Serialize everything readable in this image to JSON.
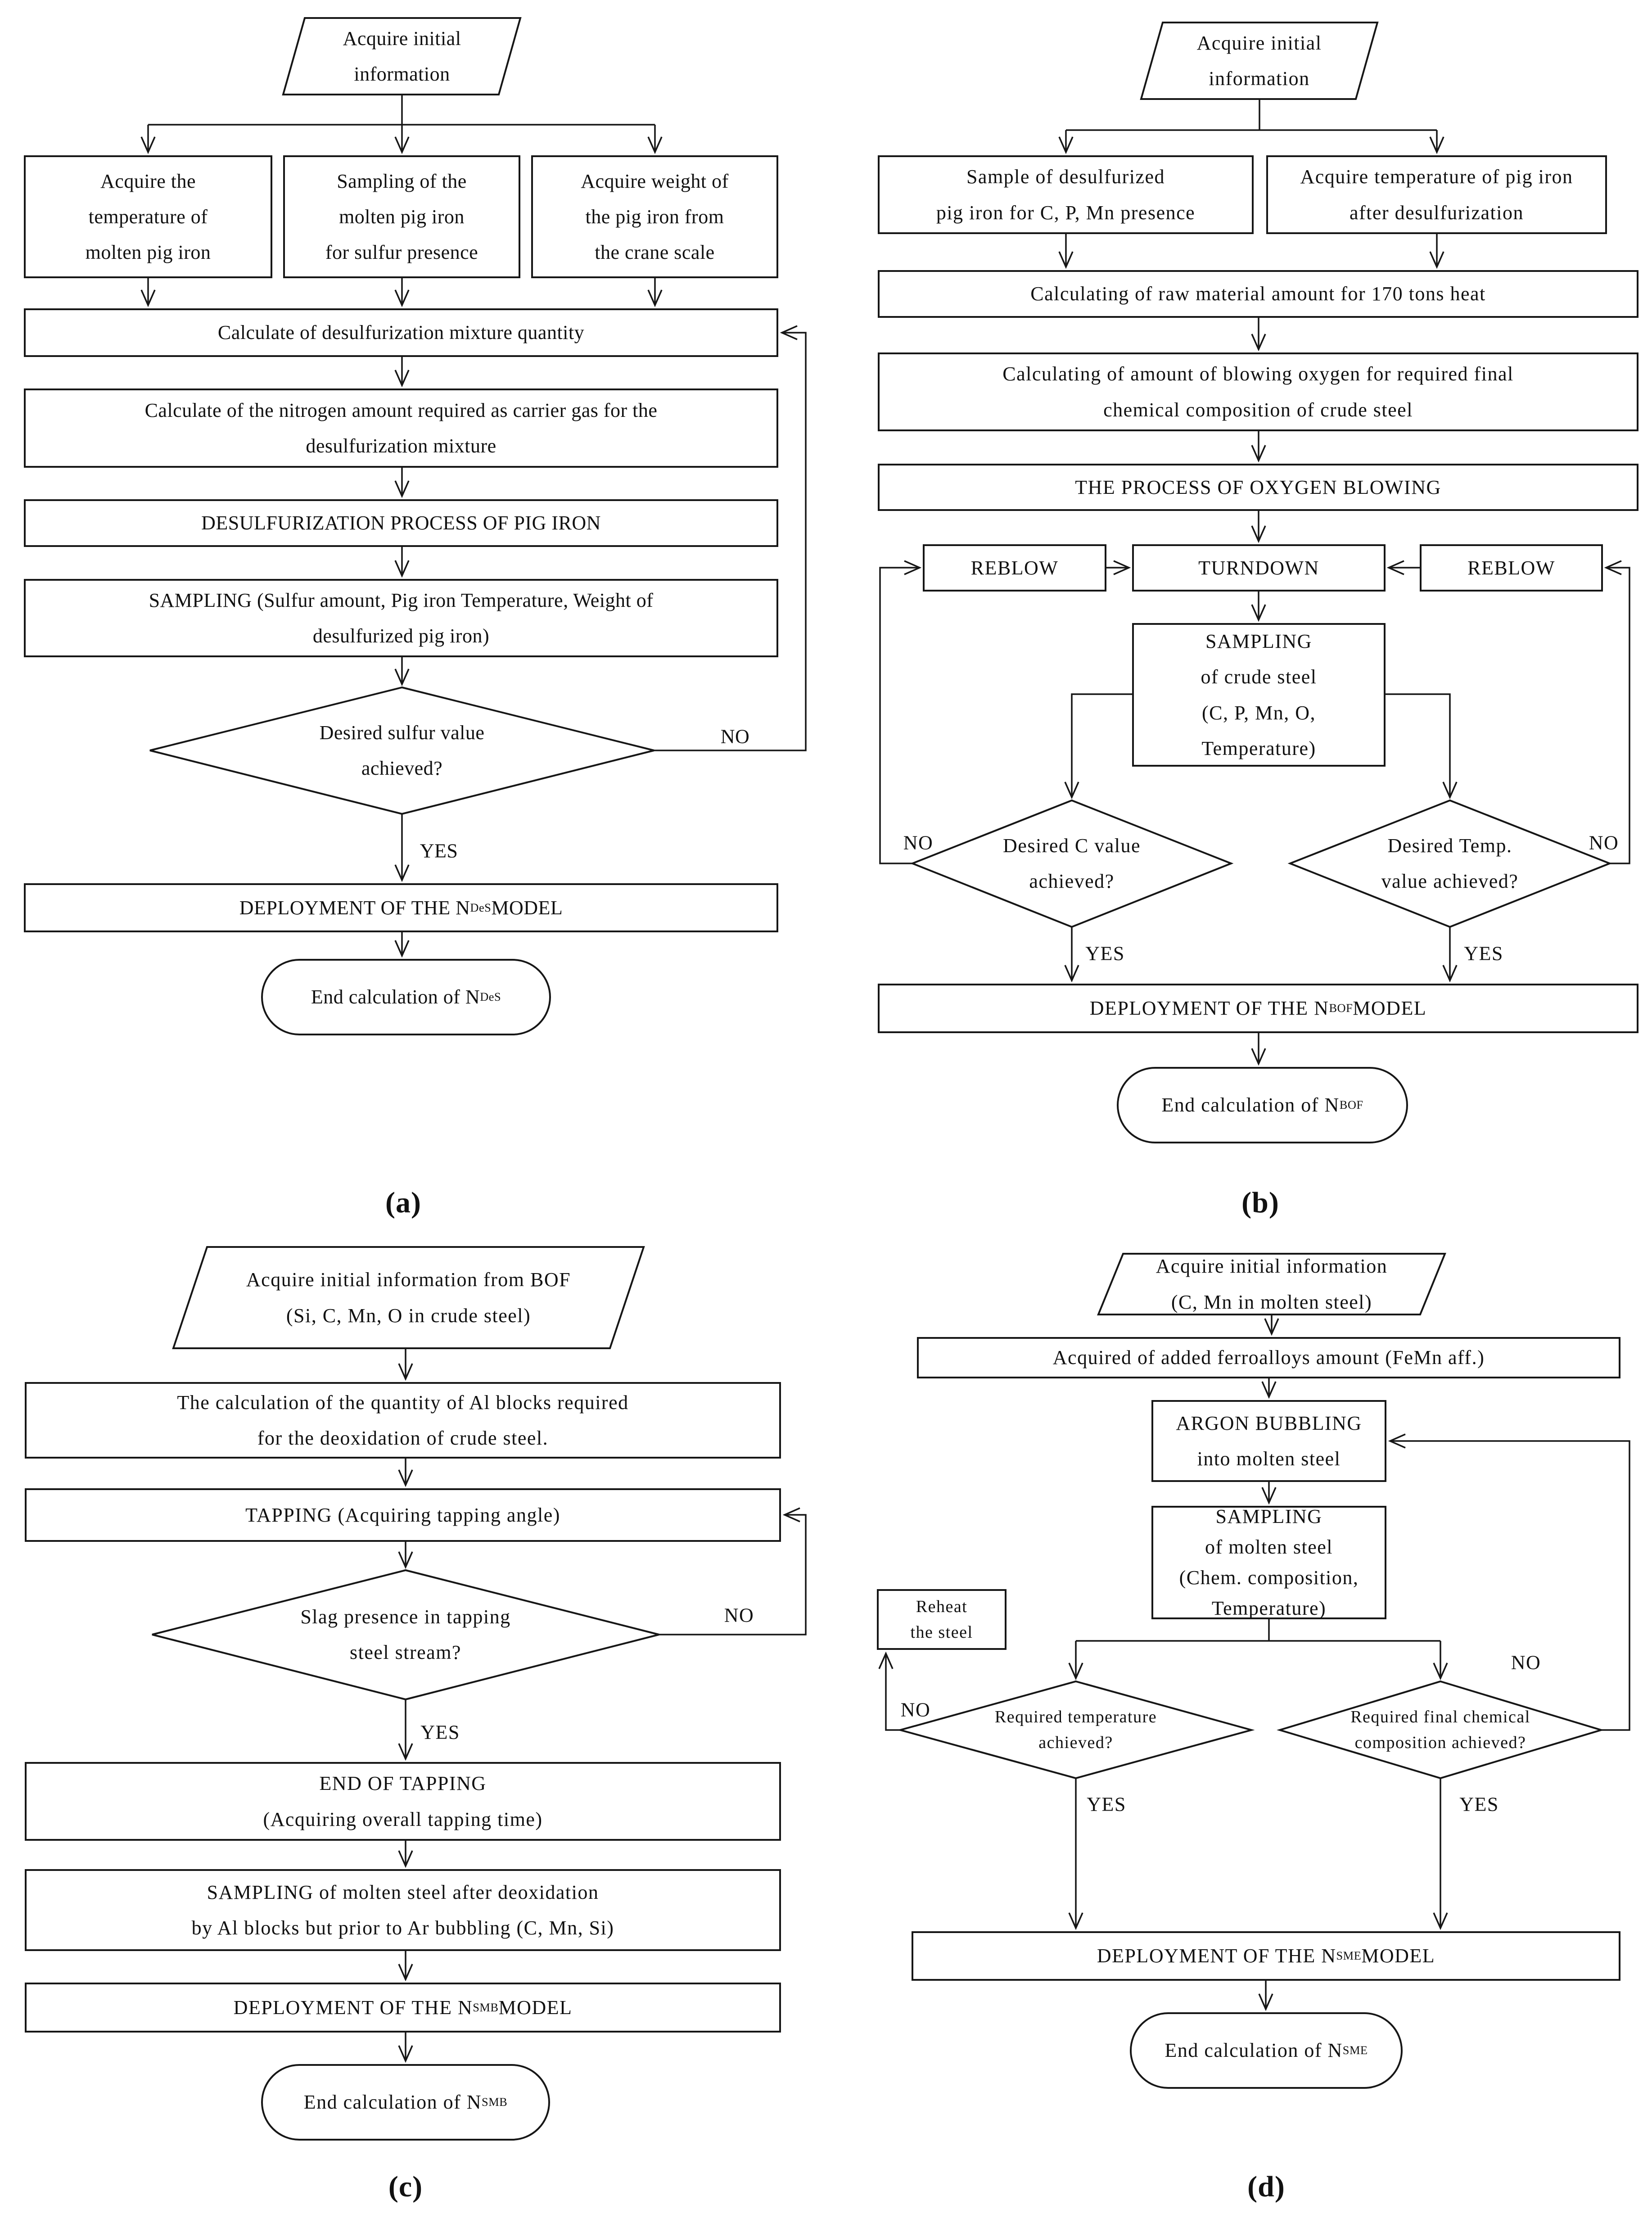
{
  "colors": {
    "line": "#161616",
    "background": "#ffffff",
    "text": "#111111"
  },
  "fig": {
    "a": {
      "label": "(a)",
      "start": "Acquire initial\ninformation",
      "box_temp": "Acquire the\ntemperature of\nmolten pig iron",
      "box_sample": "Sampling of the\nmolten pig iron\nfor sulfur presence",
      "box_weight": "Acquire weight of\nthe pig iron from\nthe crane scale",
      "box_mixture": "Calculate of desulfurization mixture quantity",
      "box_nitrogen": "Calculate of the nitrogen amount required as carrier gas for the\ndesulfurization mixture",
      "box_process": "DESULFURIZATION PROCESS OF PIG IRON",
      "box_sampling": "SAMPLING (Sulfur amount, Pig iron Temperature, Weight of\ndesulfurized pig iron)",
      "diamond": "Desired sulfur value\nachieved?",
      "no": "NO",
      "yes": "YES",
      "deploy": {
        "pre": "DEPLOYMENT OF THE N",
        "sub": "DeS",
        "post": " MODEL"
      },
      "end": {
        "pre": "End calculation of N",
        "sub": "DeS",
        "post": ""
      }
    },
    "b": {
      "label": "(b)",
      "start": "Acquire initial\ninformation",
      "box_sample": "Sample of desulfurized\npig iron for C, P, Mn presence",
      "box_temp": "Acquire temperature of pig iron\nafter desulfurization",
      "box_raw": "Calculating of raw material amount for 170 tons heat",
      "box_oxygen": "Calculating of amount of blowing oxygen for required final\nchemical composition of crude steel",
      "box_blowing": "THE PROCESS OF OXYGEN BLOWING",
      "reblow_left": "REBLOW",
      "turndown": "TURNDOWN",
      "reblow_right": "REBLOW",
      "box_sampling": "SAMPLING\nof crude steel\n(C, P, Mn, O,\nTemperature)",
      "diamond_c": "Desired C value\nachieved?",
      "diamond_temp": "Desired Temp.\nvalue achieved?",
      "no_left": "NO",
      "no_right": "NO",
      "yes_left": "YES",
      "yes_right": "YES",
      "deploy": {
        "pre": "DEPLOYMENT OF THE N",
        "sub": "BOF",
        "post": " MODEL"
      },
      "end": {
        "pre": "End calculation of N",
        "sub": "BOF",
        "post": ""
      }
    },
    "c": {
      "label": "(c)",
      "start": "Acquire initial information from BOF\n(Si, C, Mn, O in crude steel)",
      "box_al": "The calculation of the quantity of Al blocks required\nfor the deoxidation of crude steel.",
      "box_tapping": "TAPPING (Acquiring tapping angle)",
      "diamond": "Slag presence in tapping\nsteel stream?",
      "no": "NO",
      "yes": "YES",
      "box_end_tapping": "END OF TAPPING\n(Acquiring overall tapping time)",
      "box_sampling": "SAMPLING of molten steel after deoxidation\nby Al blocks but prior to Ar bubbling (C, Mn, Si)",
      "deploy": {
        "pre": "DEPLOYMENT OF THE N",
        "sub": "SMB",
        "post": " MODEL"
      },
      "end": {
        "pre": "End calculation of N",
        "sub": "SMB",
        "post": ""
      }
    },
    "d": {
      "label": "(d)",
      "start": "Acquire initial information\n(C, Mn in molten steel)",
      "box_ferro": "Acquired of added ferroalloys amount (FeMn aff.)",
      "box_argon": "ARGON BUBBLING\ninto molten steel",
      "box_sampling": "SAMPLING\nof molten steel\n(Chem. composition,\nTemperature)",
      "box_reheat": "Reheat\nthe steel",
      "diamond_temp": "Required temperature\nachieved?",
      "diamond_chem": "Required final chemical\ncomposition achieved?",
      "no_left": "NO",
      "no_right": "NO",
      "yes_left": "YES",
      "yes_right": "YES",
      "deploy": {
        "pre": "DEPLOYMENT OF THE N",
        "sub": "SME",
        "post": " MODEL"
      },
      "end": {
        "pre": "End calculation of N",
        "sub": "SME",
        "post": ""
      }
    }
  }
}
